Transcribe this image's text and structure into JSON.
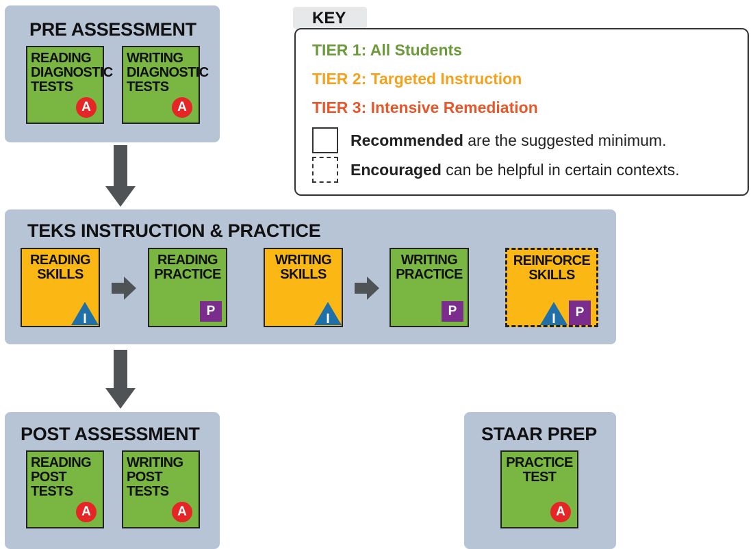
{
  "key": {
    "title": "KEY",
    "tier1": "TIER 1: All Students",
    "tier2": "TIER 2: Targeted Instruction",
    "tier3": "TIER 3: Intensive Remediation",
    "recommended_bold": "Recommended",
    "recommended_rest": " are the suggested minimum.",
    "encouraged_bold": "Encouraged",
    "encouraged_rest": " can be helpful in certain contexts.",
    "colors": {
      "tier1": "#6c9a3a",
      "tier2": "#f4a21e",
      "tier3": "#e8572a"
    }
  },
  "pre_assessment": {
    "title": "PRE ASSESSMENT",
    "boxes": [
      {
        "label_lines": [
          "READING",
          "DIAGNOSTIC",
          "TESTS"
        ],
        "badge": "A"
      },
      {
        "label_lines": [
          "WRITING",
          "DIAGNOSTIC",
          "TESTS"
        ],
        "badge": "A"
      }
    ]
  },
  "teks": {
    "title": "TEKS INSTRUCTION & PRACTICE",
    "boxes": [
      {
        "label_lines": [
          "READING",
          "SKILLS"
        ],
        "badge": "I"
      },
      {
        "label_lines": [
          "READING",
          "PRACTICE"
        ],
        "badge": "P"
      },
      {
        "label_lines": [
          "WRITING",
          "SKILLS"
        ],
        "badge": "I"
      },
      {
        "label_lines": [
          "WRITING",
          "PRACTICE"
        ],
        "badge": "P"
      },
      {
        "label_lines": [
          "REINFORCE",
          "SKILLS"
        ],
        "badge_i": "I",
        "badge_p": "P"
      }
    ]
  },
  "post_assessment": {
    "title": "POST ASSESSMENT",
    "boxes": [
      {
        "label_lines": [
          "READING",
          "POST",
          "TESTS"
        ],
        "badge": "A"
      },
      {
        "label_lines": [
          "WRITING",
          "POST",
          "TESTS"
        ],
        "badge": "A"
      }
    ]
  },
  "staar_prep": {
    "title": "STAAR PREP",
    "boxes": [
      {
        "label_lines": [
          "PRACTICE",
          "TEST"
        ],
        "badge": "A"
      }
    ]
  },
  "colors": {
    "panel": "#b7c4d6",
    "tier1_green": "#7ab642",
    "tier2_yellow": "#fbb713",
    "assessment_red": "#e52526",
    "practice_purple": "#7b2d8e",
    "instruction_blue": "#1f6fa8",
    "arrow_gray": "#505356"
  }
}
